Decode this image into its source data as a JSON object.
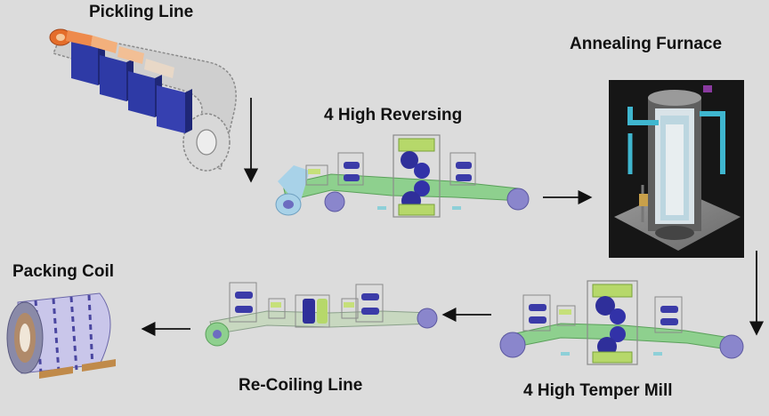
{
  "diagram": {
    "stages": {
      "pickling_line": "Pickling Line",
      "four_high_reversing": "4 High Reversing",
      "annealing_furnace": "Annealing Furnace",
      "four_high_temper_mill": "4 High Temper Mill",
      "re_coiling_line": "Re-Coiling Line",
      "packing_coil": "Packing Coil"
    },
    "colors": {
      "background": "#dcdcdc",
      "roll_blue": "#2f2f9a",
      "strip_green": "#8ed08e",
      "coil_violet": "#8a86cc",
      "frame_gray": "#9a9a9a",
      "furnace_dark": "#1a1a1a",
      "furnace_cyan": "#3fb6cf",
      "pickle_orange": "#e07a3a"
    },
    "icons": [
      "arrow-down-icon",
      "arrow-right-icon",
      "arrow-left-icon"
    ]
  }
}
